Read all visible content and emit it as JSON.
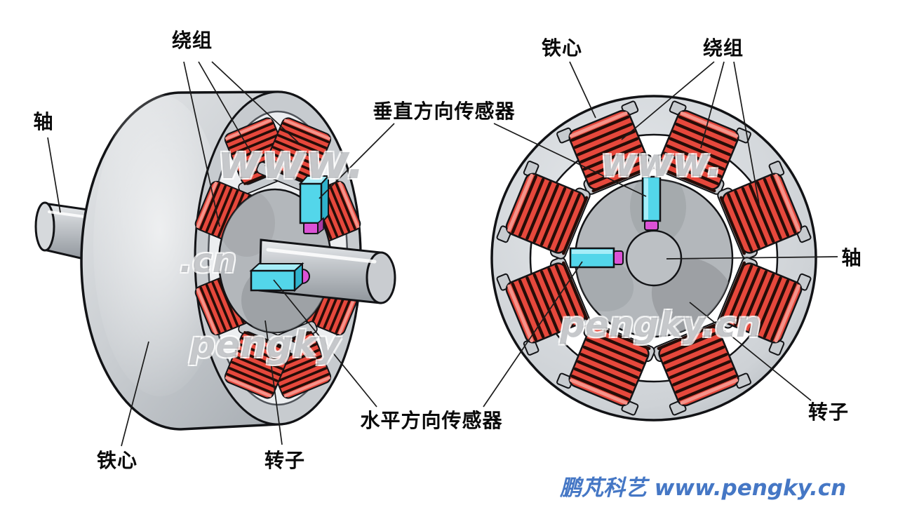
{
  "left_view": {
    "labels": {
      "winding": "绕组",
      "shaft": "轴",
      "iron_core": "铁心",
      "rotor": "转子",
      "vertical_sensor": "垂直方向传感器",
      "horizontal_sensor": "水平方向传感器"
    }
  },
  "right_view": {
    "labels": {
      "iron_core": "铁心",
      "winding": "绕组",
      "shaft": "轴",
      "rotor": "转子"
    }
  },
  "watermarks": {
    "left_top": "www.",
    "left_mid": ".cn",
    "left_bottom": "pengky",
    "right_top": "www.",
    "right_bottom": "pengky.cn"
  },
  "branding": {
    "text": "鹏芃科艺 www.pengky.cn",
    "color": "#4577c5"
  },
  "colors": {
    "winding_red": "#e6483c",
    "winding_stripe": "#260c07",
    "winding_highlight": "#f5938a",
    "metal_light": "#e2e4e7",
    "metal_mid": "#c7cbcf",
    "metal_dark": "#9aa0a6",
    "rotor_gray": "#b3b7bb",
    "rotor_shadow": "#8d9195",
    "sensor_cyan": "#53d6ea",
    "sensor_cyan_light": "#a6edf8",
    "sensor_cyan_dark": "#2fb2cb",
    "sensor_tip_magenta": "#dc52d6",
    "sensor_tip_dark": "#aa3ba5",
    "outline": "#121316",
    "label_text": "#0a0a0a"
  }
}
